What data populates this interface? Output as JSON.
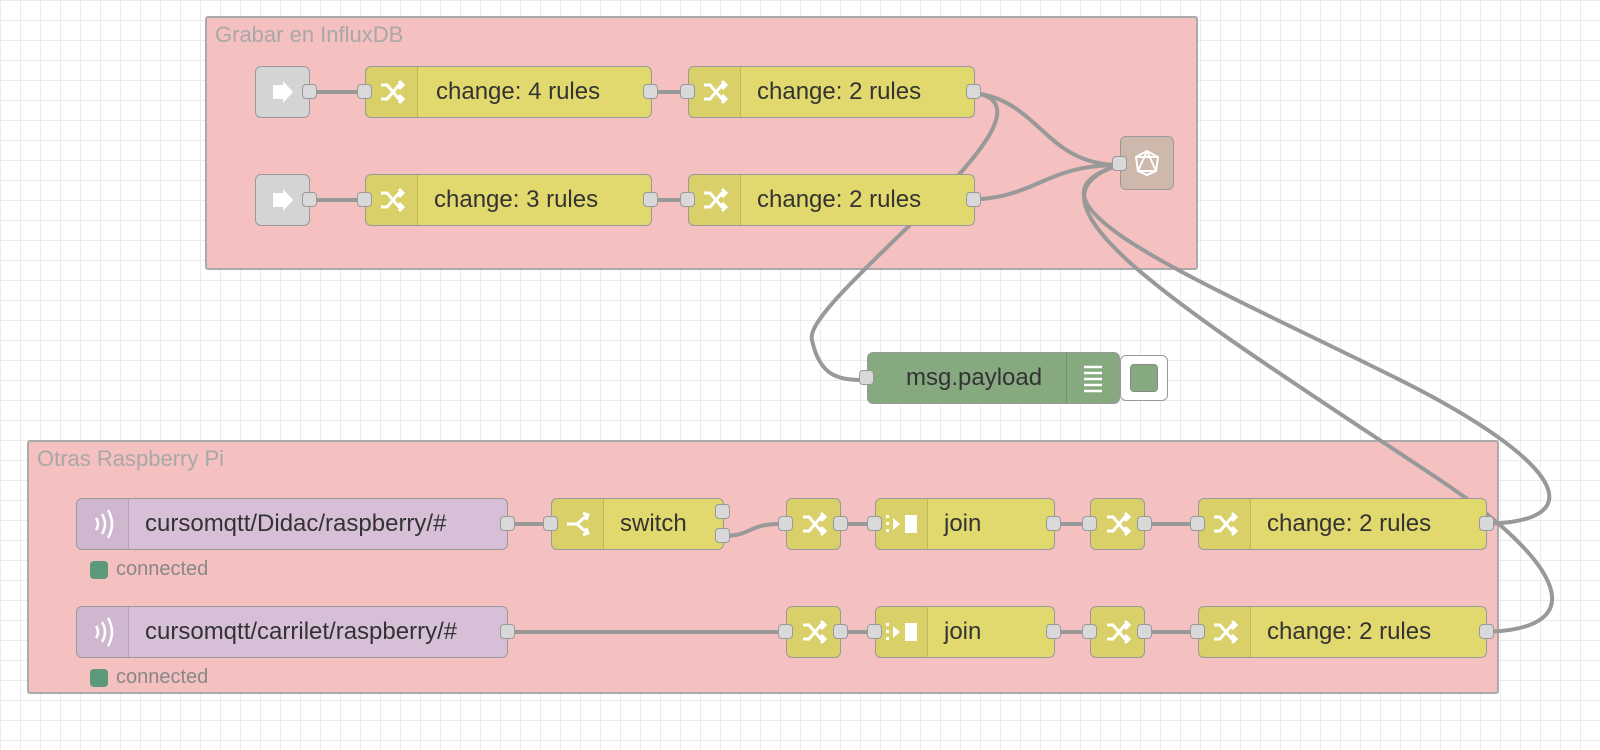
{
  "groups": {
    "influx": {
      "label": "Grabar en InfluxDB"
    },
    "raspberry": {
      "label": "Otras Raspberry Pi"
    }
  },
  "nodes": {
    "change4": {
      "label": "change: 4 rules",
      "icon": "shuffle-icon"
    },
    "change2a": {
      "label": "change: 2 rules",
      "icon": "shuffle-icon"
    },
    "change3": {
      "label": "change: 3 rules",
      "icon": "shuffle-icon"
    },
    "change2b": {
      "label": "change: 2 rules",
      "icon": "shuffle-icon"
    },
    "debug": {
      "label": "msg.payload",
      "icon": "list-icon"
    },
    "mqtt1": {
      "label": "cursomqtt/Didac/raspberry/#",
      "status": "connected",
      "icon": "mqtt-wave-icon"
    },
    "mqtt2": {
      "label": "cursomqtt/carrilet/raspberry/#",
      "status": "connected",
      "icon": "mqtt-wave-icon"
    },
    "switch": {
      "label": "switch",
      "icon": "switch-icon"
    },
    "join1": {
      "label": "join",
      "icon": "join-icon"
    },
    "join2": {
      "label": "join",
      "icon": "join-icon"
    },
    "change2c": {
      "label": "change: 2 rules",
      "icon": "shuffle-icon"
    },
    "change2d": {
      "label": "change: 2 rules",
      "icon": "shuffle-icon"
    }
  },
  "colors": {
    "group_fill": "#f5c0c0",
    "change_node": "#e2d96e",
    "mqtt_node": "#d7bfd8",
    "debug_node": "#87a980",
    "link_node": "#dddddd",
    "influx_node": "#d7c0b3",
    "status_connected": "#5a9a7a",
    "wire": "#999999"
  }
}
